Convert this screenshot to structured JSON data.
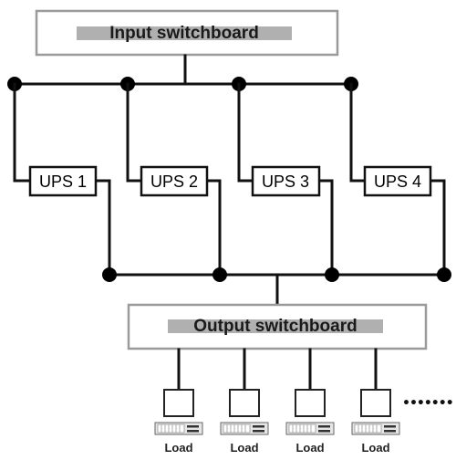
{
  "input_switchboard": {
    "label": "Input switchboard"
  },
  "output_switchboard": {
    "label": "Output switchboard"
  },
  "ups_units": [
    {
      "label": "UPS 1"
    },
    {
      "label": "UPS 2"
    },
    {
      "label": "UPS 3"
    },
    {
      "label": "UPS 4"
    }
  ],
  "loads": [
    {
      "label": "Load"
    },
    {
      "label": "Load"
    },
    {
      "label": "Load"
    },
    {
      "label": "Load"
    }
  ],
  "continuation": {
    "symbol": "•••••••"
  },
  "colors": {
    "switchboard_border": "#9a9a9a",
    "label_highlight": "#b0b0b0",
    "wire": "#111111"
  }
}
